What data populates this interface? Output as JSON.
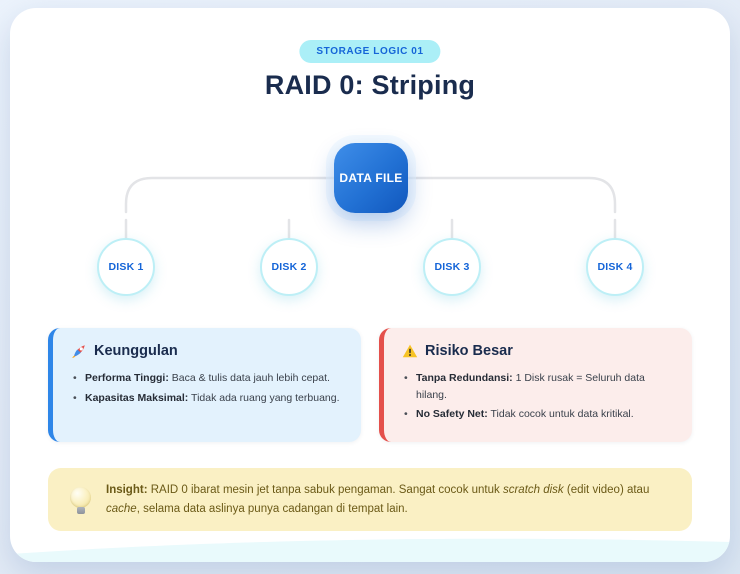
{
  "header": {
    "badge": "STORAGE LOGIC 01",
    "title": "RAID 0: Striping"
  },
  "diagram": {
    "root_label": "DATA FILE",
    "disks": [
      {
        "label": "DISK 1"
      },
      {
        "label": "DISK 2"
      },
      {
        "label": "DISK 3"
      },
      {
        "label": "DISK 4"
      }
    ]
  },
  "advantages": {
    "icon": "rocket-icon",
    "title": "Keunggulan",
    "items": [
      {
        "label": "Performa Tinggi:",
        "text": " Baca & tulis data jauh lebih cepat."
      },
      {
        "label": "Kapasitas Maksimal:",
        "text": " Tidak ada ruang yang terbuang."
      }
    ]
  },
  "risks": {
    "icon": "warning-icon",
    "title": "Risiko Besar",
    "items": [
      {
        "label": "Tanpa Redundansi:",
        "text": " 1 Disk rusak = Seluruh data hilang."
      },
      {
        "label": "No Safety Net:",
        "text": " Tidak cocok untuk data kritikal."
      }
    ]
  },
  "insight": {
    "icon": "lightbulb-icon",
    "label": "Insight:",
    "t1": " RAID 0 ibarat mesin jet tanpa sabuk pengaman. Sangat cocok untuk ",
    "i1": "scratch disk",
    "t2": " (edit video) atau ",
    "i2": "cache",
    "t3": ", selama data aslinya punya cadangan di tempat lain."
  },
  "colors": {
    "accent_blue": "#1565D8",
    "badge_bg": "#ABEFF7",
    "node_blue_start": "#3F8EE9",
    "node_blue_end": "#1157BD",
    "title_navy": "#1A2C4E",
    "advantage_bg": "#E3F2FD",
    "advantage_border": "#2E86E8",
    "risk_bg": "#FCEDEB",
    "risk_border": "#E4504B",
    "insight_bg": "#FAF0C4",
    "insight_text": "#6B5A17",
    "connector_gray": "#E3E4E7"
  }
}
